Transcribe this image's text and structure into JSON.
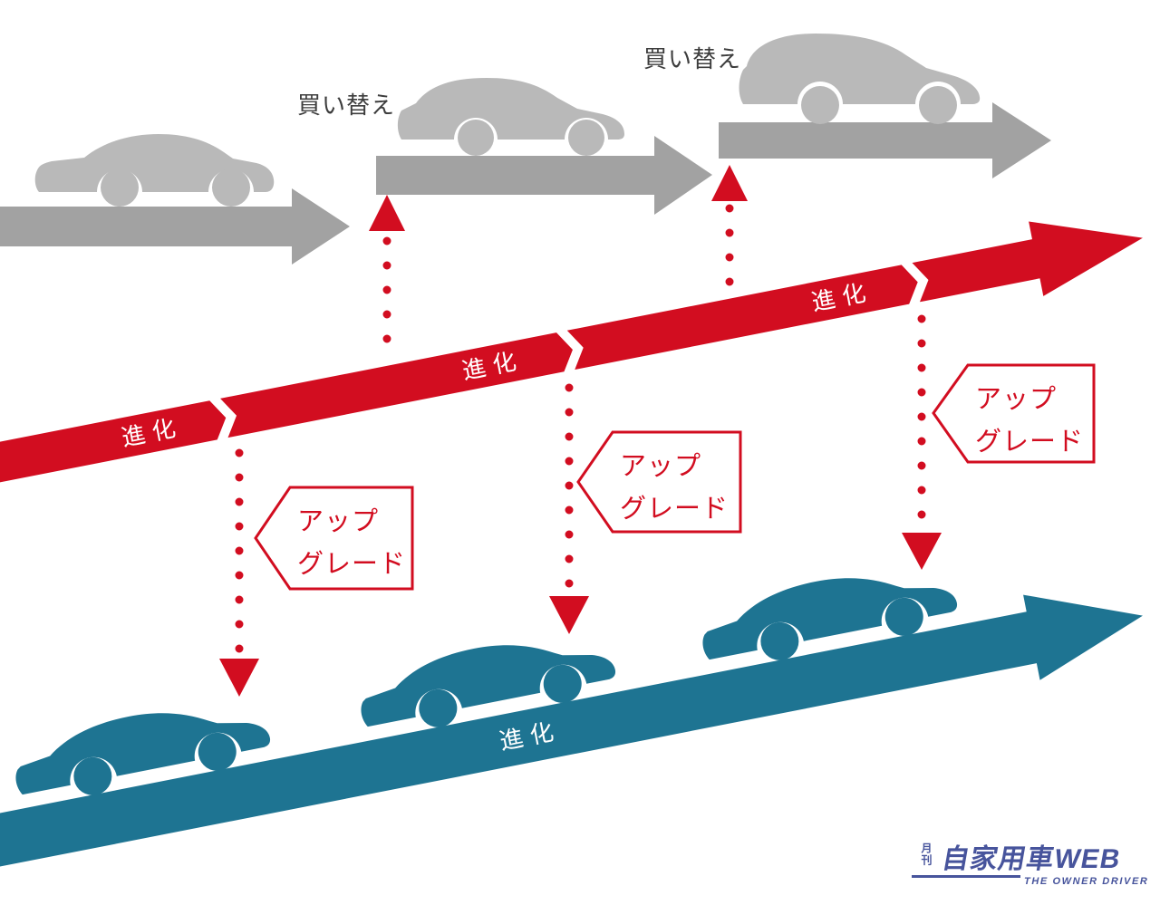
{
  "colors": {
    "red": "#d20d20",
    "teal": "#1e7492",
    "gray_arrow": "#a2a2a2",
    "gray_car": "#b9b9b9",
    "text_dark": "#3d3d3d",
    "logo_blue": "#47549c",
    "white": "#ffffff"
  },
  "top_lane": {
    "replace_labels": [
      "買い替え",
      "買い替え"
    ],
    "car_names": [
      "gray-sedan",
      "gray-crossover",
      "gray-suv"
    ]
  },
  "red_timeline": {
    "segment_labels": [
      "進化",
      "進化",
      "進化"
    ]
  },
  "upgrade_badges": [
    {
      "line1": "アップ",
      "line2": "グレード"
    },
    {
      "line1": "アップ",
      "line2": "グレード"
    },
    {
      "line1": "アップ",
      "line2": "グレード"
    }
  ],
  "blue_timeline": {
    "label": "進化"
  },
  "logo": {
    "prefix": "月刊",
    "title": "自家用車WEB",
    "tagline": "THE OWNER DRIVER"
  }
}
